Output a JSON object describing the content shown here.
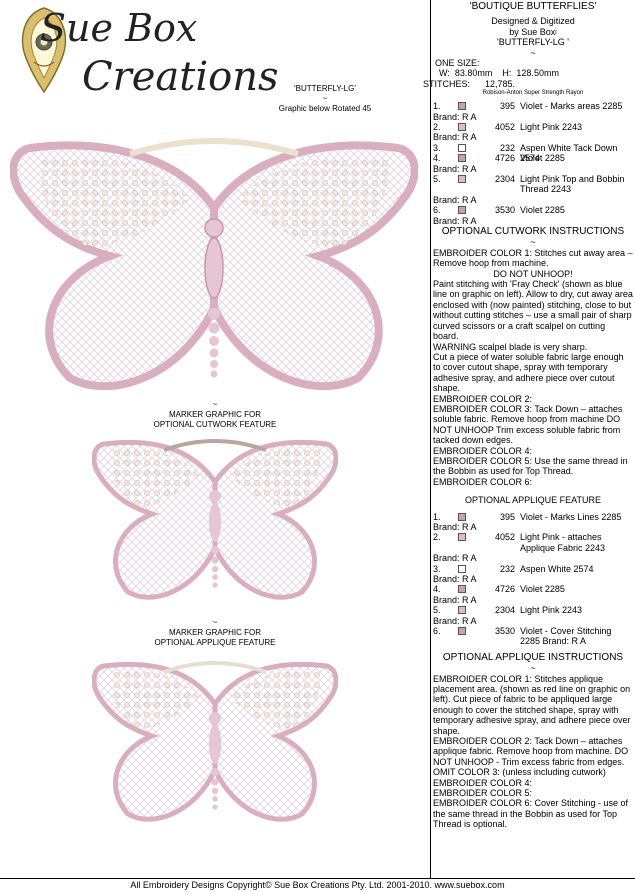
{
  "logo": {
    "line1": "Sue Box",
    "line2": "Creations"
  },
  "left_captions": {
    "design_code": "'BUTTERFLY-LG'",
    "tilde1": "~",
    "rotated": "Graphic below Rotated 45",
    "marker_cutwork_tilde": "~",
    "marker_cutwork_1": "MARKER GRAPHIC FOR",
    "marker_cutwork_2": "OPTIONAL CUTWORK FEATURE",
    "marker_applique_tilde": "~",
    "marker_applique_1": "MARKER GRAPHIC FOR",
    "marker_applique_2": "OPTIONAL APPLIQUE FEATURE"
  },
  "header": {
    "title": "'BOUTIQUE BUTTERFLIES'",
    "designed": "Designed & Digitized",
    "by": "by Sue Boxʲ",
    "code": "'BUTTERFLY-LG '",
    "tilde": "~",
    "one_size": "ONE SIZE:",
    "w_label": "W:",
    "w_value": "83.80mm",
    "h_label": "H:",
    "h_value": "128.50mm",
    "stitches_label": "STITCHES:",
    "stitches_value": "12,785.",
    "thread": "Robison-Anton Super Strength Rayon"
  },
  "colors_main": [
    {
      "n": "1.",
      "swatch": "#c9a0b4",
      "code": "395",
      "desc": "Violet - Marks areas 2285",
      "brand": "Brand: R A"
    },
    {
      "n": "2.",
      "swatch": "#e6b8c6",
      "code": "4052",
      "desc": "Light Pink  2243",
      "brand": "Brand: R A"
    },
    {
      "n": "3.",
      "swatch": "#ffffff",
      "code": "232",
      "desc": "Aspen White Tack Down 2574",
      "brand": ""
    },
    {
      "n": "4.",
      "swatch": "#c9a0b4",
      "code": "4726",
      "desc": "Violet 2285",
      "brand": "Brand: R A"
    },
    {
      "n": "5.",
      "swatch": "#e6b8c6",
      "code": "2304",
      "desc": "Light Pink Top and Bobbin Thread 2243",
      "brand": "Brand: R A"
    },
    {
      "n": "6.",
      "swatch": "#c9a0b4",
      "code": "3530",
      "desc": "Violet 2285",
      "brand": "Brand: R A"
    }
  ],
  "cutwork": {
    "title": "OPTIONAL CUTWORK INSTRUCTIONS",
    "tilde": "~",
    "lines": [
      "EMBROIDER COLOR 1: Stitches cut away area – Remove hoop from machine.",
      "DO NOT UNHOOP!",
      "Paint stitching with 'Fray Check' (shown as blue line on graphic on left). Allow to dry, cut away area enclosed with (now painted) stitching, close to but without cutting stitches – use a small pair of sharp curved scissors or a craft scalpel on cutting board.",
      "WARNING scalpel blade is very sharp.",
      "Cut a piece of water soluble fabric large enough to cover cutout shape, spray with temporary adhesive spray, and adhere piece over cutout shape.",
      "EMBROIDER COLOR 2:",
      "EMBROIDER COLOR 3:  Tack Down – attaches soluble fabric. Remove hoop from machine DO NOT UNHOOP Trim excess soluble fabric from tacked down edges.",
      "EMBROIDER COLOR 4:",
      "EMBROIDER COLOR 5: Use the same thread in the Bobbin as used for Top Thread.",
      "EMBROIDER COLOR 6:"
    ]
  },
  "applique_feature": {
    "title": "OPTIONAL APPLIQUE FEATURE",
    "colors": [
      {
        "n": "1.",
        "swatch": "#c9a0b4",
        "code": "395",
        "desc": "Violet - Marks Lines 2285",
        "brand": "Brand: R A"
      },
      {
        "n": "2.",
        "swatch": "#e6b8c6",
        "code": "4052",
        "desc": "Light Pink - attaches Applique Fabric 2243",
        "brand": "Brand: R A"
      },
      {
        "n": "3.",
        "swatch": "#ffffff",
        "code": "232",
        "desc": "Aspen White 2574",
        "brand": "Brand: R A"
      },
      {
        "n": "4.",
        "swatch": "#c9a0b4",
        "code": "4726",
        "desc": "Violet 2285",
        "brand": "Brand: R A"
      },
      {
        "n": "5.",
        "swatch": "#e6b8c6",
        "code": "2304",
        "desc": "Light Pink 2243",
        "brand": "Brand: R A"
      },
      {
        "n": "6.",
        "swatch": "#c9a0b4",
        "code": "3530",
        "desc": "Violet - Cover Stitching 2285   Brand: R A",
        "brand": ""
      }
    ]
  },
  "applique": {
    "title": "OPTIONAL APPLIQUE INSTRUCTIONS",
    "tilde": "~",
    "lines": [
      "EMBROIDER COLOR 1: Stitches applique placement area. (shown as red line on graphic on left). Cut piece of fabric to be appliqued large enough to cover the stitched shape, spray with temporary adhesive spray, and adhere piece over shape.",
      "EMBROIDER COLOR 2: Tack Down – attaches applique fabric. Remove hoop from machine. DO NOT UNHOOP - Trim excess fabric from edges.",
      "OMIT COLOR 3: (unless including cutwork)",
      "EMBROIDER COLOR 4:",
      "EMBROIDER COLOR 5:",
      "EMBROIDER COLOR 6: Cover Stitching - use of the same thread in the Bobbin as used for Top Thread is optional."
    ]
  },
  "footer": "All Embroidery Designs Copyright© Sue Box Creations Pty. Ltd. 2001-2010. www.suebox.com",
  "colors": {
    "pink": "#e6b8c6",
    "violet": "#c9a0b4",
    "cream": "#f2ece0",
    "gold": "#c9a63a"
  }
}
